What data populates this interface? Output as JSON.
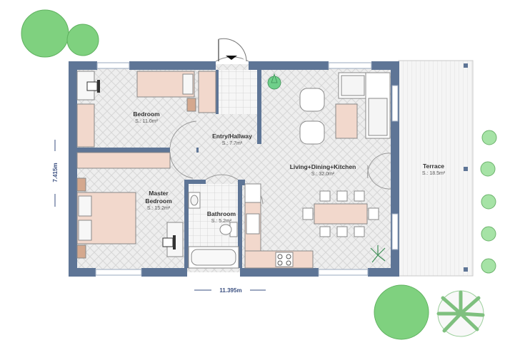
{
  "rooms": [
    {
      "key": "bedroom",
      "name": "Bedroom",
      "area": "S.: 11.0m²"
    },
    {
      "key": "entry",
      "name": "Entry/Hallway",
      "area": "S.: 7.7m²"
    },
    {
      "key": "living",
      "name": "Living+Dining+Kitchen",
      "area": "S.: 32.0m²"
    },
    {
      "key": "terrace",
      "name": "Terrace",
      "area": "S.: 18.5m²"
    },
    {
      "key": "master",
      "name": "Master",
      "name2": "Bedroom",
      "area": "S.: 15.2m²"
    },
    {
      "key": "bathroom",
      "name": "Bathroom",
      "area": "S.: 5.2m²"
    }
  ],
  "dimensions": {
    "width": "11.395m",
    "height": "7.415m"
  },
  "colors": {
    "wall": "#5e7596",
    "floor": "#ececec",
    "furniture": "#f2d8cc",
    "tree": "#7fd17f",
    "terrace": "#f4f4f4"
  }
}
